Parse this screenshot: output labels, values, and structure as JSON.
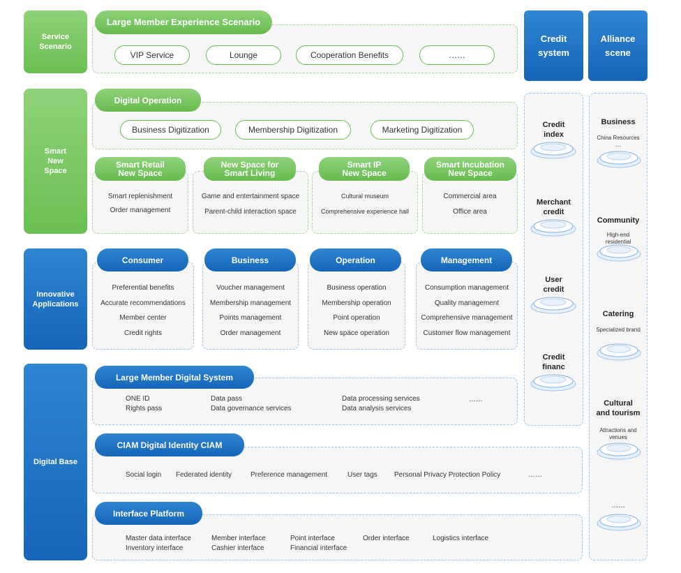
{
  "side_labels": {
    "service": "Service\nScenario",
    "smart": "Smart\nNew\nSpace",
    "innovative": "Innovative\nApplications",
    "digital": "Digital Base"
  },
  "service": {
    "title": "Large Member Experience Scenario",
    "items": [
      "VIP Service",
      "Lounge",
      "Cooperation Benefits",
      "……"
    ]
  },
  "digital_operation": {
    "title": "Digital Operation",
    "items": [
      "Business Digitization",
      "Membership Digitization",
      "Marketing Digitization"
    ]
  },
  "smart_spaces": [
    {
      "title": "Smart Retail\nNew Space",
      "items": [
        "Smart replenishment",
        "Order management"
      ]
    },
    {
      "title": "New Space for\nSmart Living",
      "items": [
        "Game and entertainment space",
        "Parent-child interaction space"
      ]
    },
    {
      "title": "Smart IP\nNew Space",
      "items": [
        "Cultural museum",
        "Comprehensive experience hall"
      ]
    },
    {
      "title": "Smart Incubation\nNew Space",
      "items": [
        "Commercial area",
        "Office area"
      ]
    }
  ],
  "innovative": [
    {
      "title": "Consumer",
      "items": [
        "Preferential benefits",
        "Accurate recommendations",
        "Member center",
        "Credit rights"
      ]
    },
    {
      "title": "Business",
      "items": [
        "Voucher management",
        "Membership management",
        "Points management",
        "Order management"
      ]
    },
    {
      "title": "Operation",
      "items": [
        "Business operation",
        "Membership operation",
        "Point operation",
        "New space operation"
      ]
    },
    {
      "title": "Management",
      "items": [
        "Consumption management",
        "Quality management",
        "Comprehensive management",
        "Customer flow management"
      ]
    }
  ],
  "large_member": {
    "title": "Large Member Digital System",
    "col1": [
      "ONE ID",
      "Rights pass"
    ],
    "col2": [
      "Data pass",
      "Data governance services"
    ],
    "col3": [
      "Data processing services",
      "Data analysis services"
    ],
    "more": "……"
  },
  "ciam": {
    "title": "CIAM Digital Identity CIAM",
    "items": [
      "Social login",
      "Federated identity",
      "Preference management",
      "User tags",
      "Personal Privacy Protection Policy",
      "……"
    ]
  },
  "interface": {
    "title": "Interface Platform",
    "row1": [
      "Master data interface",
      "Member interface",
      "Point interface",
      "Order interface",
      "Logistics interface"
    ],
    "row2": [
      "Inventory interface",
      "Cashier interface",
      "Financial interface"
    ]
  },
  "credit": {
    "header": "Credit\nsystem",
    "items": [
      "Credit\nindex",
      "Merchant\ncredit",
      "User\ncredit",
      "Credit\nfinanc"
    ]
  },
  "alliance": {
    "header": "Alliance\nscene",
    "items": [
      {
        "title": "Business",
        "sub": "China Resources\n…"
      },
      {
        "title": "Community",
        "sub": "High-end\nresidential"
      },
      {
        "title": "Catering",
        "sub": "Specialized brand"
      },
      {
        "title": "Cultural\nand tourism",
        "sub": "Attractions and\nvenues"
      },
      {
        "title": "",
        "sub": "……"
      }
    ]
  },
  "colors": {
    "green": "#6abf52",
    "blue": "#1565b8"
  }
}
